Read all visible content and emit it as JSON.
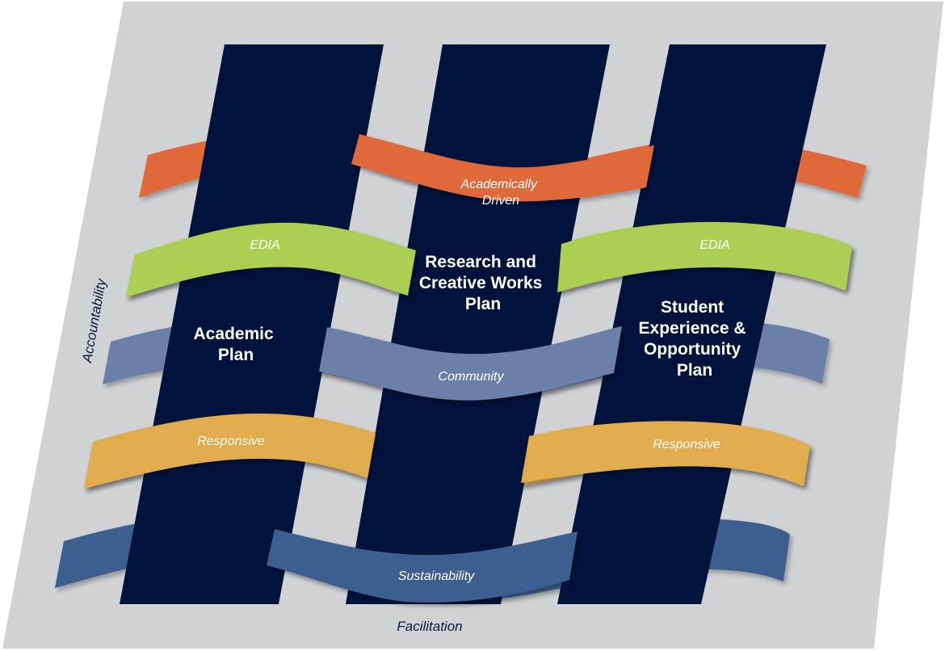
{
  "colors": {
    "background": "#d1d2d4",
    "column": "#00133c",
    "academically_driven": "#e0693a",
    "edia": "#aecd52",
    "community": "#6b80a8",
    "responsive": "#e0ac4e",
    "sustainability": "#3d5f8f",
    "axis_text": "#0d1a45"
  },
  "axes": {
    "vertical": "Accountability",
    "horizontal": "Facilitation"
  },
  "columns": [
    {
      "id": "academic",
      "lines": [
        "Academic",
        "Plan"
      ]
    },
    {
      "id": "research",
      "lines": [
        "Research and",
        "Creative Works",
        "Plan"
      ]
    },
    {
      "id": "student",
      "lines": [
        "Student",
        "Experience &",
        "Opportunity",
        "Plan"
      ]
    }
  ],
  "ribbons": {
    "academically_driven": {
      "lines": [
        "Academically",
        "Driven"
      ]
    },
    "edia": {
      "left": "EDIA",
      "right": "EDIA"
    },
    "community": {
      "label": "Community"
    },
    "responsive": {
      "left": "Responsive",
      "right": "Responsive"
    },
    "sustainability": {
      "label": "Sustainability"
    }
  }
}
